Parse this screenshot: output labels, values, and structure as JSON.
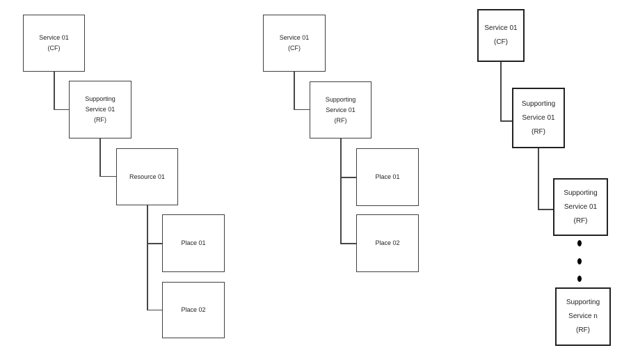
{
  "colors": {
    "background": "#ffffff",
    "box_border": "#3f3f3f",
    "box_border_emphasis": "#222222",
    "connector": "#464646",
    "text": "#1f1f1f",
    "ellipsis_dot": "#000000"
  },
  "diagrams": [
    {
      "id": "left-tree",
      "nodes": [
        {
          "id": "service-01-cf",
          "label": "Service 01\n(CF)"
        },
        {
          "id": "supporting-service-01-rf",
          "label": "Supporting\nService 01\n(RF)"
        },
        {
          "id": "resource-01",
          "label": "Resource 01"
        },
        {
          "id": "place-01",
          "label": "Place 01"
        },
        {
          "id": "place-02",
          "label": "Place 02"
        }
      ],
      "edges": [
        [
          "service-01-cf",
          "supporting-service-01-rf"
        ],
        [
          "supporting-service-01-rf",
          "resource-01"
        ],
        [
          "resource-01",
          "place-01"
        ],
        [
          "resource-01",
          "place-02"
        ]
      ]
    },
    {
      "id": "middle-tree",
      "nodes": [
        {
          "id": "service-01-cf",
          "label": "Service 01\n(CF)"
        },
        {
          "id": "supporting-service-01-rf",
          "label": "Supporting\nService 01\n(RF)"
        },
        {
          "id": "place-01",
          "label": "Place 01"
        },
        {
          "id": "place-02",
          "label": "Place 02"
        }
      ],
      "edges": [
        [
          "service-01-cf",
          "supporting-service-01-rf"
        ],
        [
          "supporting-service-01-rf",
          "place-01"
        ],
        [
          "supporting-service-01-rf",
          "place-02"
        ]
      ]
    },
    {
      "id": "right-tree",
      "nodes": [
        {
          "id": "service-01-cf",
          "label": "Service 01\n(CF)"
        },
        {
          "id": "supporting-service-01-rf-a",
          "label": "Supporting\nService 01\n(RF)"
        },
        {
          "id": "supporting-service-01-rf-b",
          "label": "Supporting\nService 01\n(RF)"
        },
        {
          "id": "supporting-service-n-rf",
          "label": "Supporting\nService n\n(RF)"
        }
      ],
      "edges": [
        [
          "service-01-cf",
          "supporting-service-01-rf-a"
        ],
        [
          "supporting-service-01-rf-a",
          "supporting-service-01-rf-b"
        ]
      ],
      "ellipsis": {
        "dots": 3,
        "between": [
          "supporting-service-01-rf-b",
          "supporting-service-n-rf"
        ]
      }
    }
  ]
}
